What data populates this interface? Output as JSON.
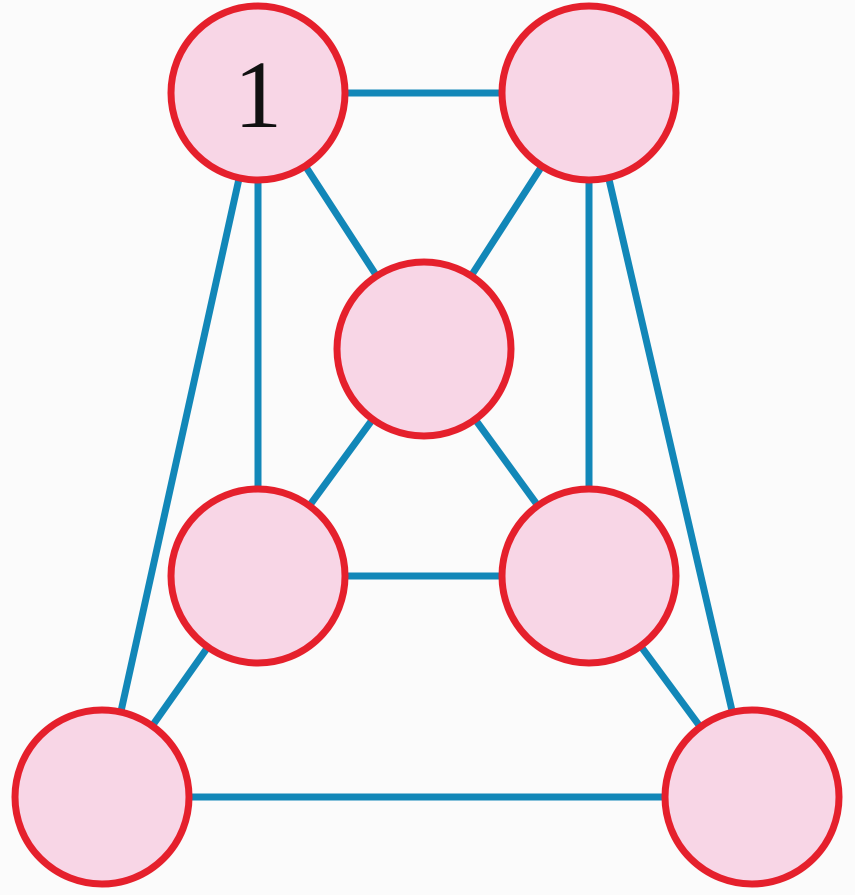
{
  "colors": {
    "background": "#fbfbfb",
    "edge": "#1287b8",
    "node_fill": "#f8d6e6",
    "node_stroke": "#e5202c",
    "label": "#111111"
  },
  "nodes": [
    {
      "id": "top-left",
      "label": "1"
    },
    {
      "id": "top-right",
      "label": ""
    },
    {
      "id": "center",
      "label": ""
    },
    {
      "id": "mid-left",
      "label": ""
    },
    {
      "id": "mid-right",
      "label": ""
    },
    {
      "id": "bottom-left",
      "label": ""
    },
    {
      "id": "bottom-right",
      "label": ""
    }
  ],
  "edges": [
    {
      "from": "top-left",
      "to": "top-right"
    },
    {
      "from": "top-left",
      "to": "center"
    },
    {
      "from": "top-right",
      "to": "center"
    },
    {
      "from": "top-left",
      "to": "mid-left"
    },
    {
      "from": "top-right",
      "to": "mid-right"
    },
    {
      "from": "top-left",
      "to": "bottom-left"
    },
    {
      "from": "top-right",
      "to": "bottom-right"
    },
    {
      "from": "center",
      "to": "mid-left"
    },
    {
      "from": "center",
      "to": "mid-right"
    },
    {
      "from": "mid-left",
      "to": "mid-right"
    },
    {
      "from": "mid-left",
      "to": "bottom-left"
    },
    {
      "from": "mid-right",
      "to": "bottom-right"
    },
    {
      "from": "bottom-left",
      "to": "bottom-right"
    }
  ]
}
